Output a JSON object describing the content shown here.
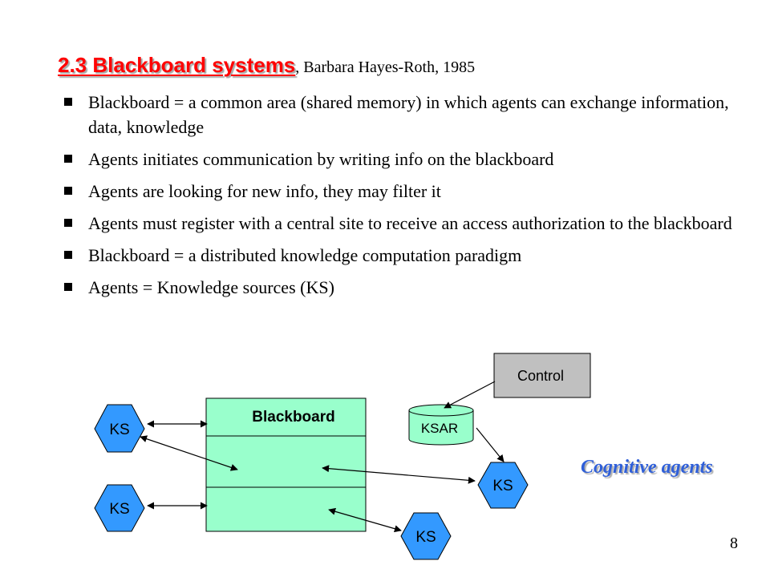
{
  "title": {
    "main": "2.3 Blackboard systems",
    "sub": ", Barbara Hayes-Roth, 1985"
  },
  "bullets": [
    "Blackboard = a common area (shared memory) in which agents can exchange information, data, knowledge",
    "Agents initiates communication by writing info on the blackboard",
    "Agents are looking for new info, they may filter it",
    "Agents must register with a central site to receive an access authorization to the blackboard",
    "Blackboard = a distributed knowledge computation paradigm",
    "Agents = Knowledge sources (KS)"
  ],
  "diagram": {
    "blackboard_label": "Blackboard",
    "control_label": "Control",
    "ksar_label": "KSAR",
    "ks_label": "KS",
    "colors": {
      "blackboard_fill": "#99ffcc",
      "ks_fill": "#3399ff",
      "control_fill": "#c0c0c0"
    }
  },
  "caption": "Cognitive agents",
  "page_number": "8"
}
